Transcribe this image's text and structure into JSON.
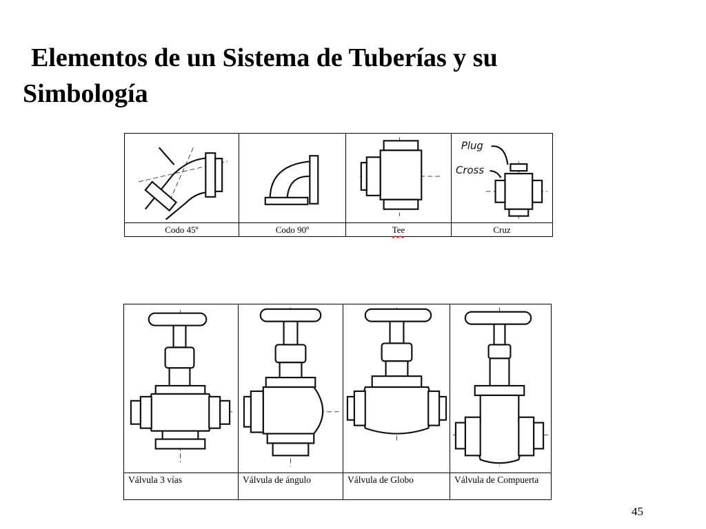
{
  "slide": {
    "title_line1": "Elementos de un Sistema de Tuberías y su",
    "title_line2": "Simbología",
    "page_number": "45"
  },
  "fittings": [
    {
      "label": "Codo 45º",
      "icon": "elbow-45-icon"
    },
    {
      "label": "Codo 90º",
      "icon": "elbow-90-icon"
    },
    {
      "label": "Tee",
      "icon": "tee-icon"
    },
    {
      "label": "Cruz",
      "icon": "cross-icon",
      "annotations": [
        "Plug",
        "Cross"
      ]
    }
  ],
  "valves": [
    {
      "label": "Válvula 3 vías",
      "icon": "three-way-valve-icon"
    },
    {
      "label": "Válvula de ángulo",
      "icon": "angle-valve-icon"
    },
    {
      "label": "Válvula de Globo",
      "icon": "globe-valve-icon"
    },
    {
      "label": "Válvula de Compuerta",
      "icon": "gate-valve-icon"
    }
  ]
}
